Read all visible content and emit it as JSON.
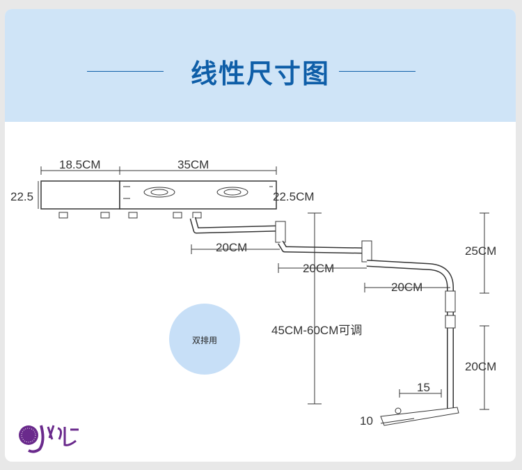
{
  "header": {
    "title": "线性尺寸图",
    "bg_color": "#cfe4f7",
    "title_color": "#0e5ea8"
  },
  "dimensions": {
    "tray_left_width": "18.5CM",
    "tray_right_width": "35CM",
    "tray_left_height": "22.5",
    "tray_right_height": "22.5CM",
    "arm1_length": "20CM",
    "arm2_length": "20CM",
    "arm3_length": "20CM",
    "upper_post": "25CM",
    "lower_post": "20CM",
    "height_adjust": "45CM-60CM可调",
    "clamp_width": "15",
    "clamp_depth": "10"
  },
  "badge": {
    "label": "双排用",
    "color": "#c7dff7"
  },
  "logo": {
    "icon": "jk-brand-logo",
    "color": "#6a2a8c"
  }
}
